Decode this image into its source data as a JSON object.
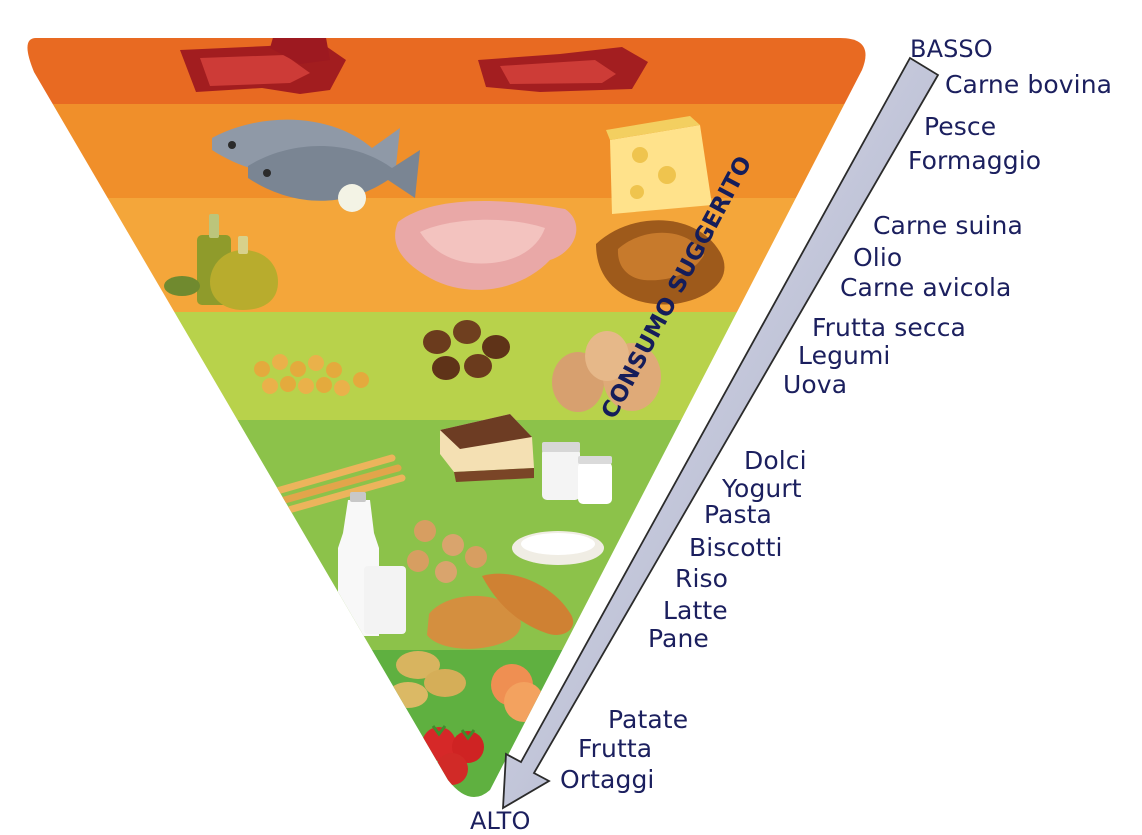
{
  "pyramid": {
    "bands": [
      {
        "tier": 1,
        "color": "#e86a22",
        "foods": [
          "steak-icon",
          "steak-icon"
        ]
      },
      {
        "tier": 2,
        "color": "#f08f2a",
        "foods": [
          "fish-icon",
          "cheese-icon"
        ]
      },
      {
        "tier": 3,
        "color": "#f4a63a",
        "foods": [
          "olive-oil-icon",
          "pork-chop-icon",
          "roast-chicken-icon"
        ]
      },
      {
        "tier": 4,
        "color": "#b8d24b",
        "foods": [
          "chickpeas-icon",
          "chestnuts-icon",
          "eggs-icon"
        ]
      },
      {
        "tier": 5,
        "color": "#8cc24a",
        "foods": [
          "pasta-icon",
          "milk-icon",
          "cake-icon",
          "yogurt-icon",
          "cookies-icon",
          "rice-icon",
          "bread-icon"
        ]
      },
      {
        "tier": 6,
        "color": "#5fb040",
        "foods": [
          "potato-icon",
          "peach-icon",
          "tomato-icon"
        ]
      }
    ]
  },
  "scale": {
    "top": "BASSO",
    "bottom": "ALTO",
    "axis_label": "CONSUMO SUGGERITO",
    "arrow_color": "#aab0c8",
    "text_color": "#1b1f5e"
  },
  "labels": [
    "Carne bovina",
    "Pesce",
    "Formaggio",
    "Carne suina",
    "Olio",
    "Carne avicola",
    "Frutta secca",
    "Legumi",
    "Uova",
    "Dolci",
    "Yogurt",
    "Pasta",
    "Biscotti",
    "Riso",
    "Latte",
    "Pane",
    "Patate",
    "Frutta",
    "Ortaggi"
  ]
}
